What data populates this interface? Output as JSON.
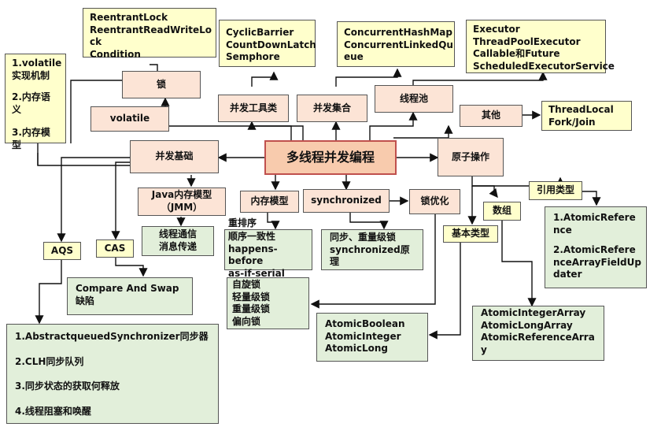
{
  "center": "多线程并发编程",
  "lock": {
    "title": "锁",
    "detail": [
      "ReentrantLock",
      "ReentrantReadWriteLo",
      "ck",
      "Condition"
    ]
  },
  "volatile_node": "volatile",
  "volatile_detail": [
    "1.volatile",
    "实现机制",
    "2.内存语义",
    "3.内存模型"
  ],
  "tools": {
    "title": "并发工具类",
    "detail": [
      "CyclicBarrier",
      "CountDownLatch",
      "Semphore"
    ]
  },
  "collections": {
    "title": "并发集合",
    "detail": [
      "ConcurrentHashMap",
      "ConcurrentLinkedQu",
      "eue"
    ]
  },
  "threadpool": {
    "title": "线程池",
    "detail": [
      "Executor",
      "ThreadPoolExecutor",
      "Callable和Future",
      "ScheduledExecutorService"
    ]
  },
  "other": {
    "title": "其他",
    "detail": [
      "ThreadLocal",
      "Fork/Join"
    ]
  },
  "basics": "并发基础",
  "jmm": [
    "Java内存模型",
    "（JMM）"
  ],
  "jmm_detail": [
    "线程通信",
    "消息传递"
  ],
  "memmodel": "内存模型",
  "memmodel_detail": [
    "重排序",
    "顺序一致性",
    "happens-before",
    "as-if-serial"
  ],
  "sync": "synchronized",
  "sync_detail": [
    "同步、重量级锁",
    "synchronized原",
    "理"
  ],
  "lockopt": "锁优化",
  "lockopt_detail": [
    "自旋锁",
    "轻量级锁",
    "重量级锁",
    "偏向锁"
  ],
  "atomic": "原子操作",
  "basic_types": "基本类型",
  "basic_types_detail": [
    "AtomicBoolean",
    "AtomicInteger",
    "AtomicLong"
  ],
  "arrays": "数组",
  "arrays_detail": [
    "AtomicIntegerArray",
    "AtomicLongArray",
    "AtomicReferenceArra",
    "y"
  ],
  "ref_types": "引用类型",
  "ref_types_detail": [
    "1.AtomicRefere",
    "nce",
    "2.AtomicRefere",
    "nceArrayFieldUp",
    "dater"
  ],
  "aqs": "AQS",
  "aqs_detail": [
    "1.AbstractqueuedSynchronizer同步器",
    "2.CLH同步队列",
    "3.同步状态的获取何释放",
    "4.线程阻塞和唤醒"
  ],
  "cas": "CAS",
  "cas_detail": [
    "Compare And Swap",
    "缺陷"
  ]
}
